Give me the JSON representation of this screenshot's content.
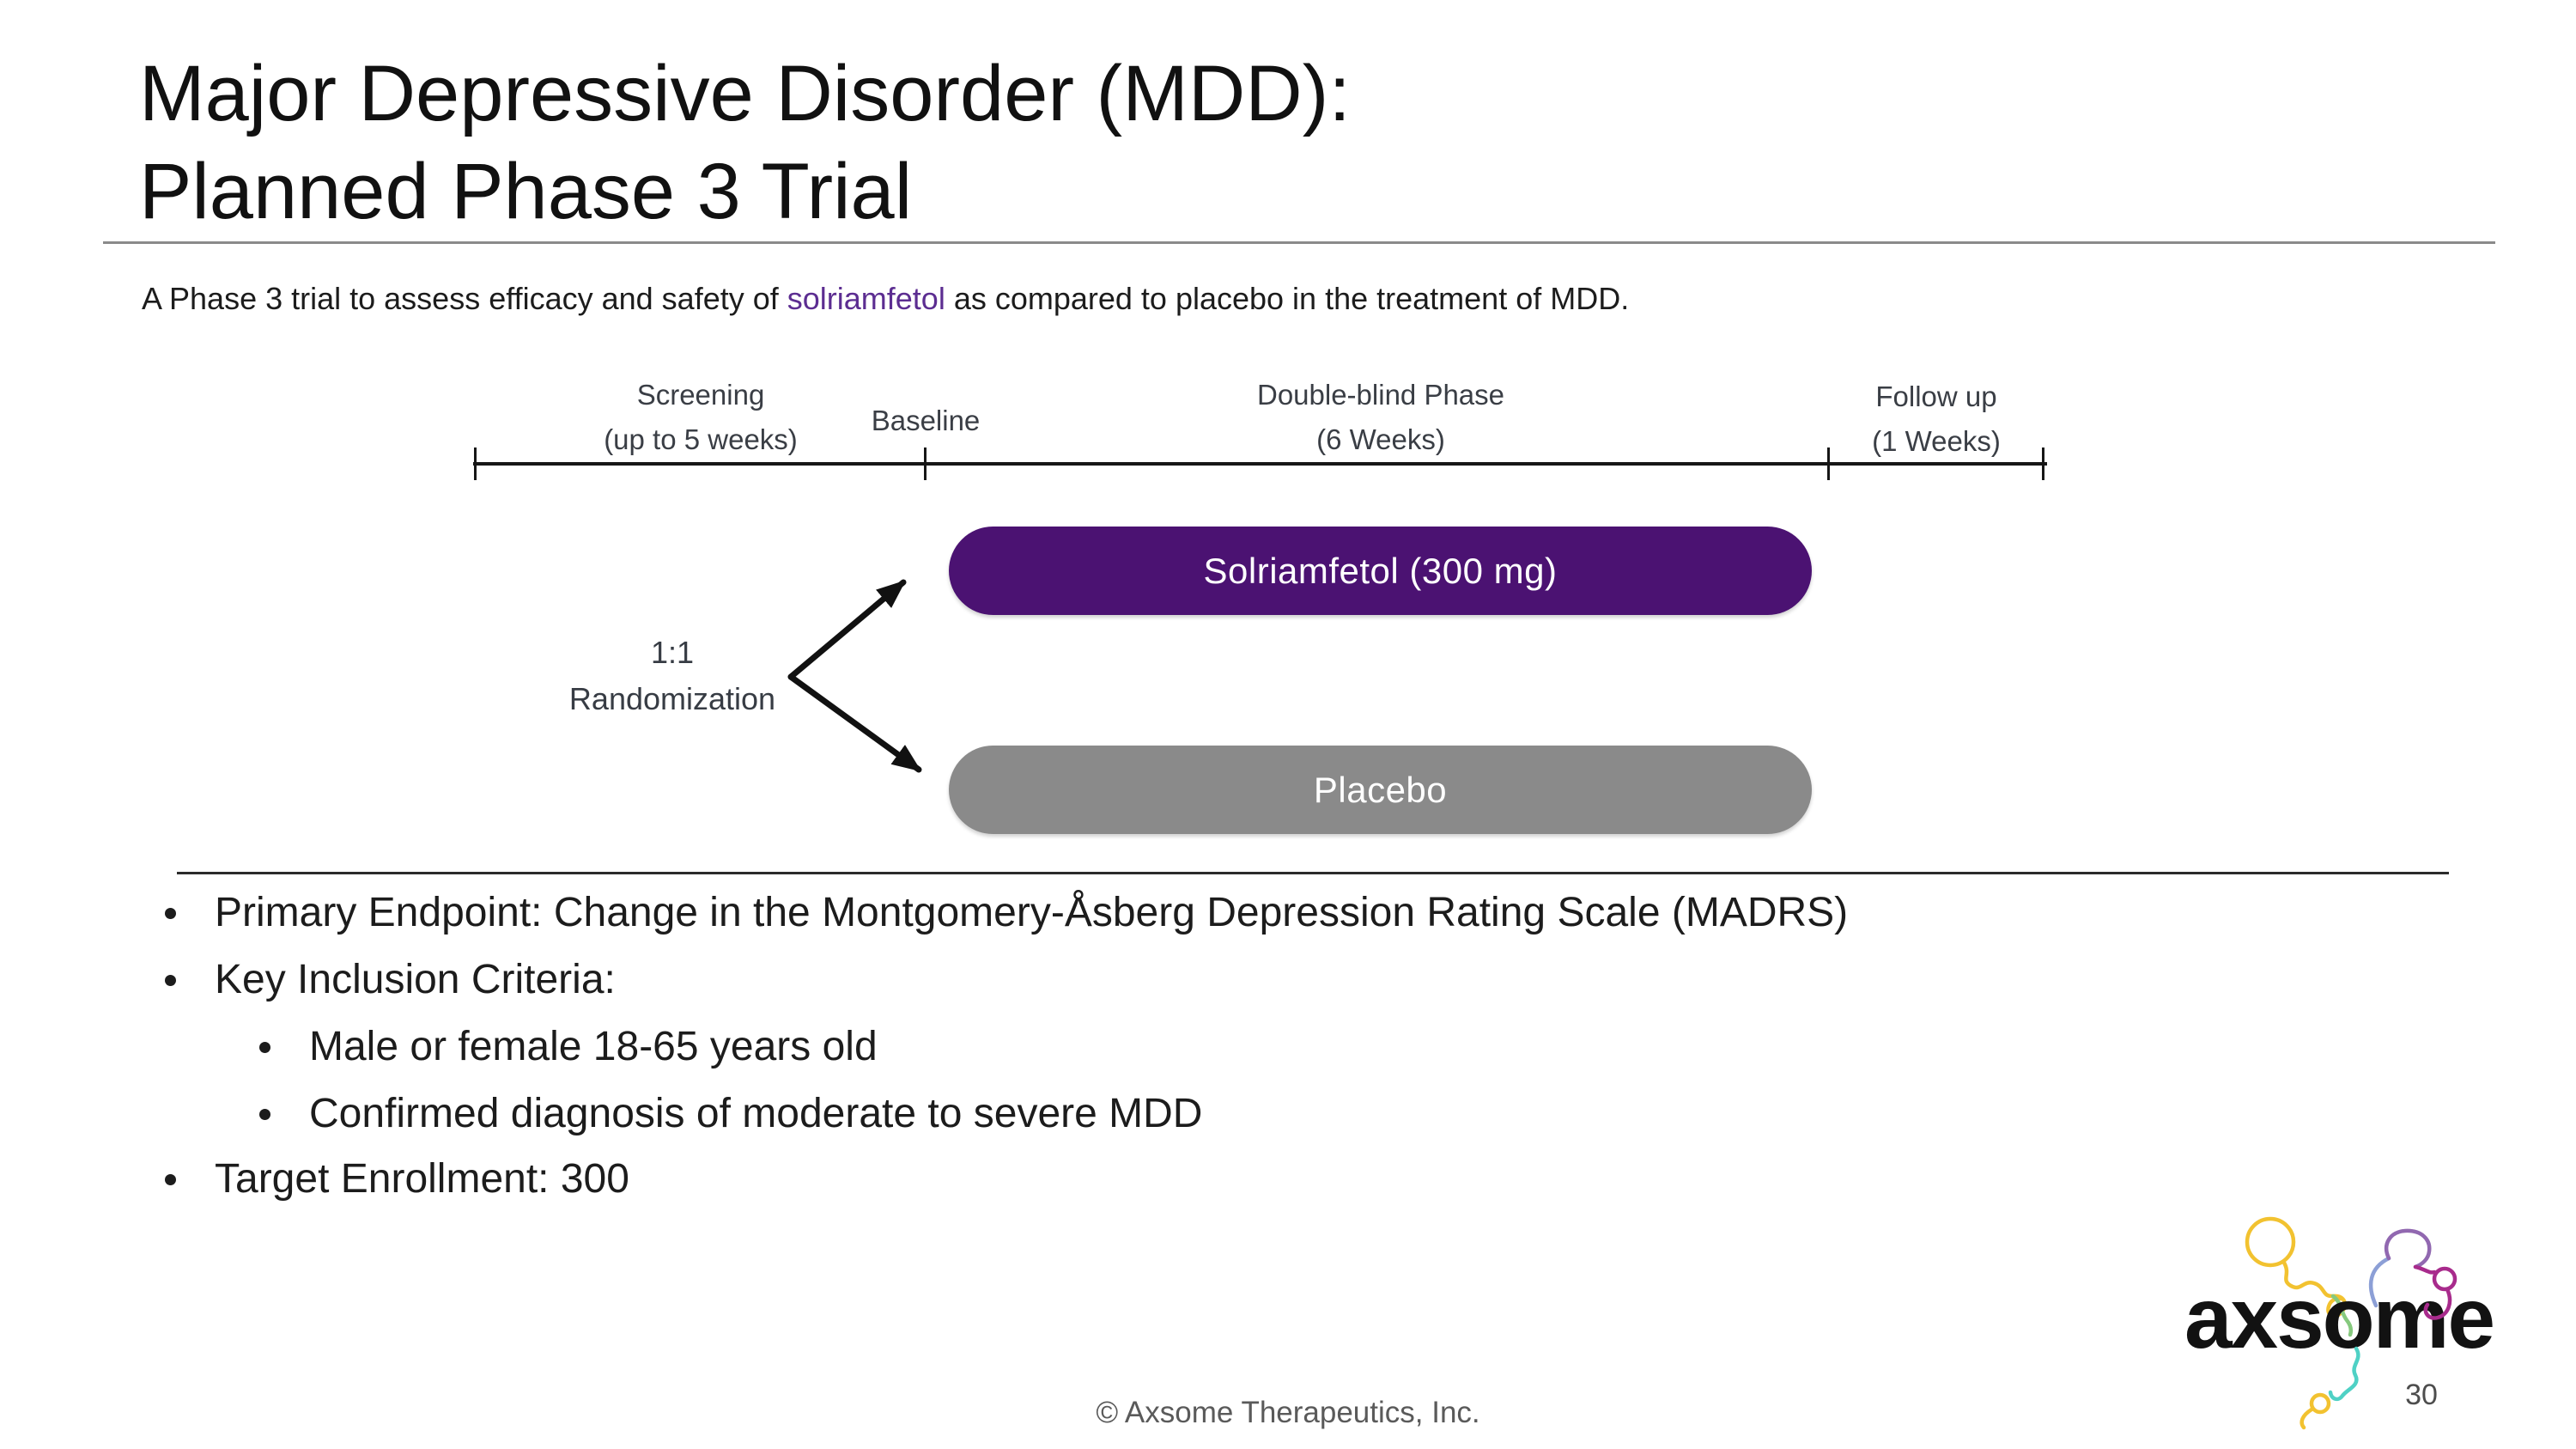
{
  "slide": {
    "title": {
      "line1": "Major Depressive Disorder (MDD):",
      "line2": "Planned Phase 3 Trial"
    },
    "subtitle": {
      "pre": "A Phase 3 trial to assess efficacy and safety of ",
      "highlight": "solriamfetol",
      "post": " as compared to placebo in the treatment of MDD."
    }
  },
  "timeline": {
    "phases": [
      {
        "line1": "Screening",
        "line2": "(up to 5 weeks)"
      },
      {
        "line1": "Baseline",
        "line2": ""
      },
      {
        "line1": "Double-blind Phase",
        "line2": "(6 Weeks)"
      },
      {
        "line1": "Follow up",
        "line2": "(1 Weeks)"
      }
    ]
  },
  "randomization": {
    "line1": "1:1",
    "line2": "Randomization"
  },
  "arms": [
    {
      "label": "Solriamfetol (300 mg)",
      "color": "#4B1272"
    },
    {
      "label": "Placebo",
      "color": "#8A8A8A"
    }
  ],
  "bullets": [
    {
      "level": 1,
      "text": "Primary Endpoint: Change in the Montgomery-Åsberg Depression Rating Scale (MADRS)"
    },
    {
      "level": 1,
      "text": "Key Inclusion Criteria:"
    },
    {
      "level": 2,
      "text": "Male or female 18-65 years old"
    },
    {
      "level": 2,
      "text": "Confirmed diagnosis of moderate to severe MDD"
    },
    {
      "level": 1,
      "text": "Target Enrollment: 300"
    }
  ],
  "footer": {
    "copyright": "© Axsome Therapeutics, Inc.",
    "page_number": "30",
    "logo_wordmark": "axsome"
  },
  "colors": {
    "arm_purple": "#4B1272",
    "arm_gray": "#8A8A8A",
    "highlight_purple": "#5C2D91",
    "text_dark": "#1C1C1C",
    "label_gray": "#3A3E45",
    "footer_gray": "#5A5A5A",
    "logo_yellow": "#F2C230",
    "logo_green": "#86C97E",
    "logo_blue": "#8C9FD6",
    "logo_purple": "#9168B0",
    "logo_magenta": "#A82B8C",
    "logo_teal": "#4FD1C5"
  }
}
